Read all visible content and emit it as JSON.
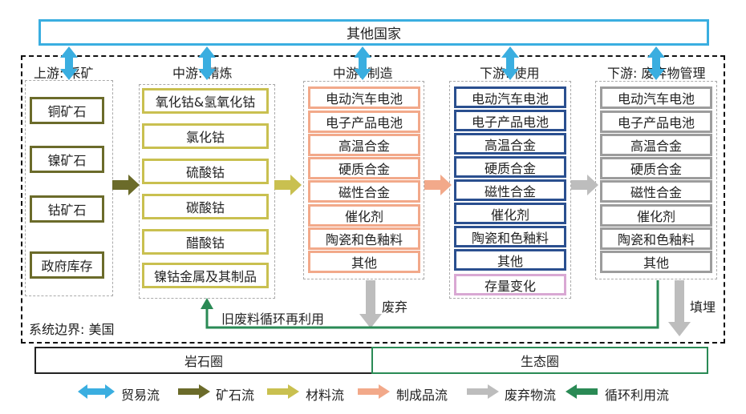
{
  "top": {
    "label": "其他国家"
  },
  "system_boundary": "系统边界: 美国",
  "stages": [
    {
      "title": "上游: 采矿",
      "items": [
        "铜矿石",
        "镍矿石",
        "钴矿石",
        "政府库存"
      ]
    },
    {
      "title": "中游: 精炼",
      "items": [
        "氧化钴&氢氧化钴",
        "氯化钴",
        "硫酸钴",
        "碳酸钴",
        "醋酸钴",
        "镍钴金属及其制品"
      ]
    },
    {
      "title": "中游: 制造",
      "items": [
        "电动汽车电池",
        "电子产品电池",
        "高温合金",
        "硬质合金",
        "磁性合金",
        "催化剂",
        "陶瓷和色釉料",
        "其他"
      ]
    },
    {
      "title": "下游: 使用",
      "items": [
        "电动汽车电池",
        "电子产品电池",
        "高温合金",
        "硬质合金",
        "磁性合金",
        "催化剂",
        "陶瓷和色釉料",
        "其他",
        "存量变化"
      ]
    },
    {
      "title": "下游: 废弃物管理",
      "items": [
        "电动汽车电池",
        "电子产品电池",
        "高温合金",
        "硬质合金",
        "磁性合金",
        "催化剂",
        "陶瓷和色釉料",
        "其他"
      ]
    }
  ],
  "flow_labels": {
    "discard": "废弃",
    "landfill": "填埋",
    "recycle": "旧废料循环再利用"
  },
  "spheres": {
    "lithosphere": "岩石圈",
    "ecosphere": "生态圈"
  },
  "legend": [
    {
      "label": "贸易流",
      "color": "#3aaee0"
    },
    {
      "label": "矿石流",
      "color": "#6b6b2a"
    },
    {
      "label": "材料流",
      "color": "#c9c050"
    },
    {
      "label": "制成品流",
      "color": "#f2a98a"
    },
    {
      "label": "废弃物流",
      "color": "#bdbdbd"
    },
    {
      "label": "循环利用流",
      "color": "#2a8a55"
    }
  ]
}
